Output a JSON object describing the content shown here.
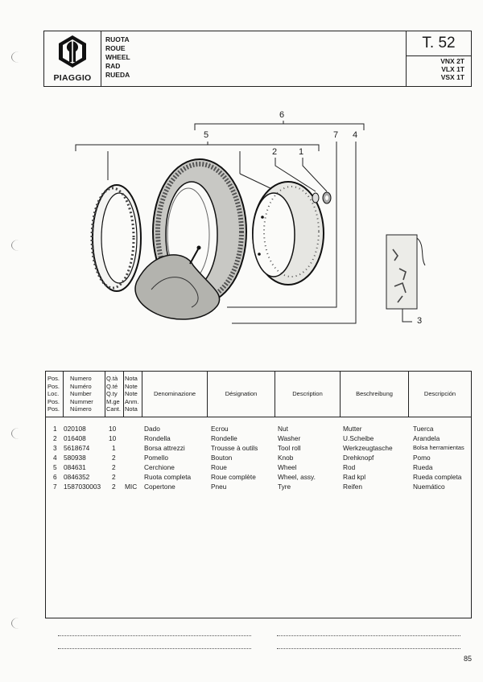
{
  "header": {
    "brand": "PIAGGIO",
    "titles": [
      "RUOTA",
      "ROUE",
      "WHEEL",
      "RAD",
      "RUEDA"
    ],
    "table_number": "T. 52",
    "models": [
      "VNX 2T",
      "VLX 1T",
      "VSX 1T"
    ]
  },
  "callouts": [
    "6",
    "5",
    "7",
    "4",
    "2",
    "1",
    "3"
  ],
  "table": {
    "columns": [
      {
        "lines": [
          "Pos.",
          "Pos.",
          "Loc.",
          "Pos.",
          "Pos."
        ]
      },
      {
        "lines": [
          "Numero",
          "Numéro",
          "Number",
          "Nummer",
          "Número"
        ]
      },
      {
        "lines": [
          "Q.tà",
          "Q.té",
          "Q.ty",
          "M.ge",
          "Cant."
        ]
      },
      {
        "lines": [
          "Nota",
          "Note",
          "Note",
          "Anm.",
          "Nota"
        ]
      },
      {
        "label": "Denominazione"
      },
      {
        "label": "Désignation"
      },
      {
        "label": "Description"
      },
      {
        "label": "Beschreibung"
      },
      {
        "label": "Descripción"
      }
    ],
    "rows": [
      {
        "pos": "1",
        "num": "020108",
        "qty": "10",
        "note": "",
        "it": "Dado",
        "fr": "Ecrou",
        "en": "Nut",
        "de": "Mutter",
        "es": "Tuerca"
      },
      {
        "pos": "2",
        "num": "016408",
        "qty": "10",
        "note": "",
        "it": "Rondella",
        "fr": "Rondelle",
        "en": "Washer",
        "de": "U.Scheibe",
        "es": "Arandela"
      },
      {
        "pos": "3",
        "num": "5618674",
        "qty": "1",
        "note": "",
        "it": "Borsa attrezzi",
        "fr": "Trousse à outils",
        "en": "Tool roll",
        "de": "Werkzeugtasche",
        "es": "Bolsa herramientas"
      },
      {
        "pos": "4",
        "num": "580938",
        "qty": "2",
        "note": "",
        "it": "Pomello",
        "fr": "Bouton",
        "en": "Knob",
        "de": "Drehknopf",
        "es": "Pomo"
      },
      {
        "pos": "5",
        "num": "084631",
        "qty": "2",
        "note": "",
        "it": "Cerchione",
        "fr": "Roue",
        "en": "Wheel",
        "de": "Rod",
        "es": "Rueda"
      },
      {
        "pos": "6",
        "num": "0846352",
        "qty": "2",
        "note": "",
        "it": "Ruota completa",
        "fr": "Roue complète",
        "en": "Wheel, assy.",
        "de": "Rad kpl",
        "es": "Rueda completa"
      },
      {
        "pos": "7",
        "num": "1587030003",
        "qty": "2",
        "note": "MIC",
        "it": "Copertone",
        "fr": "Pneu",
        "en": "Tyre",
        "de": "Reifen",
        "es": "Nuemático"
      }
    ]
  },
  "page_number": "85"
}
